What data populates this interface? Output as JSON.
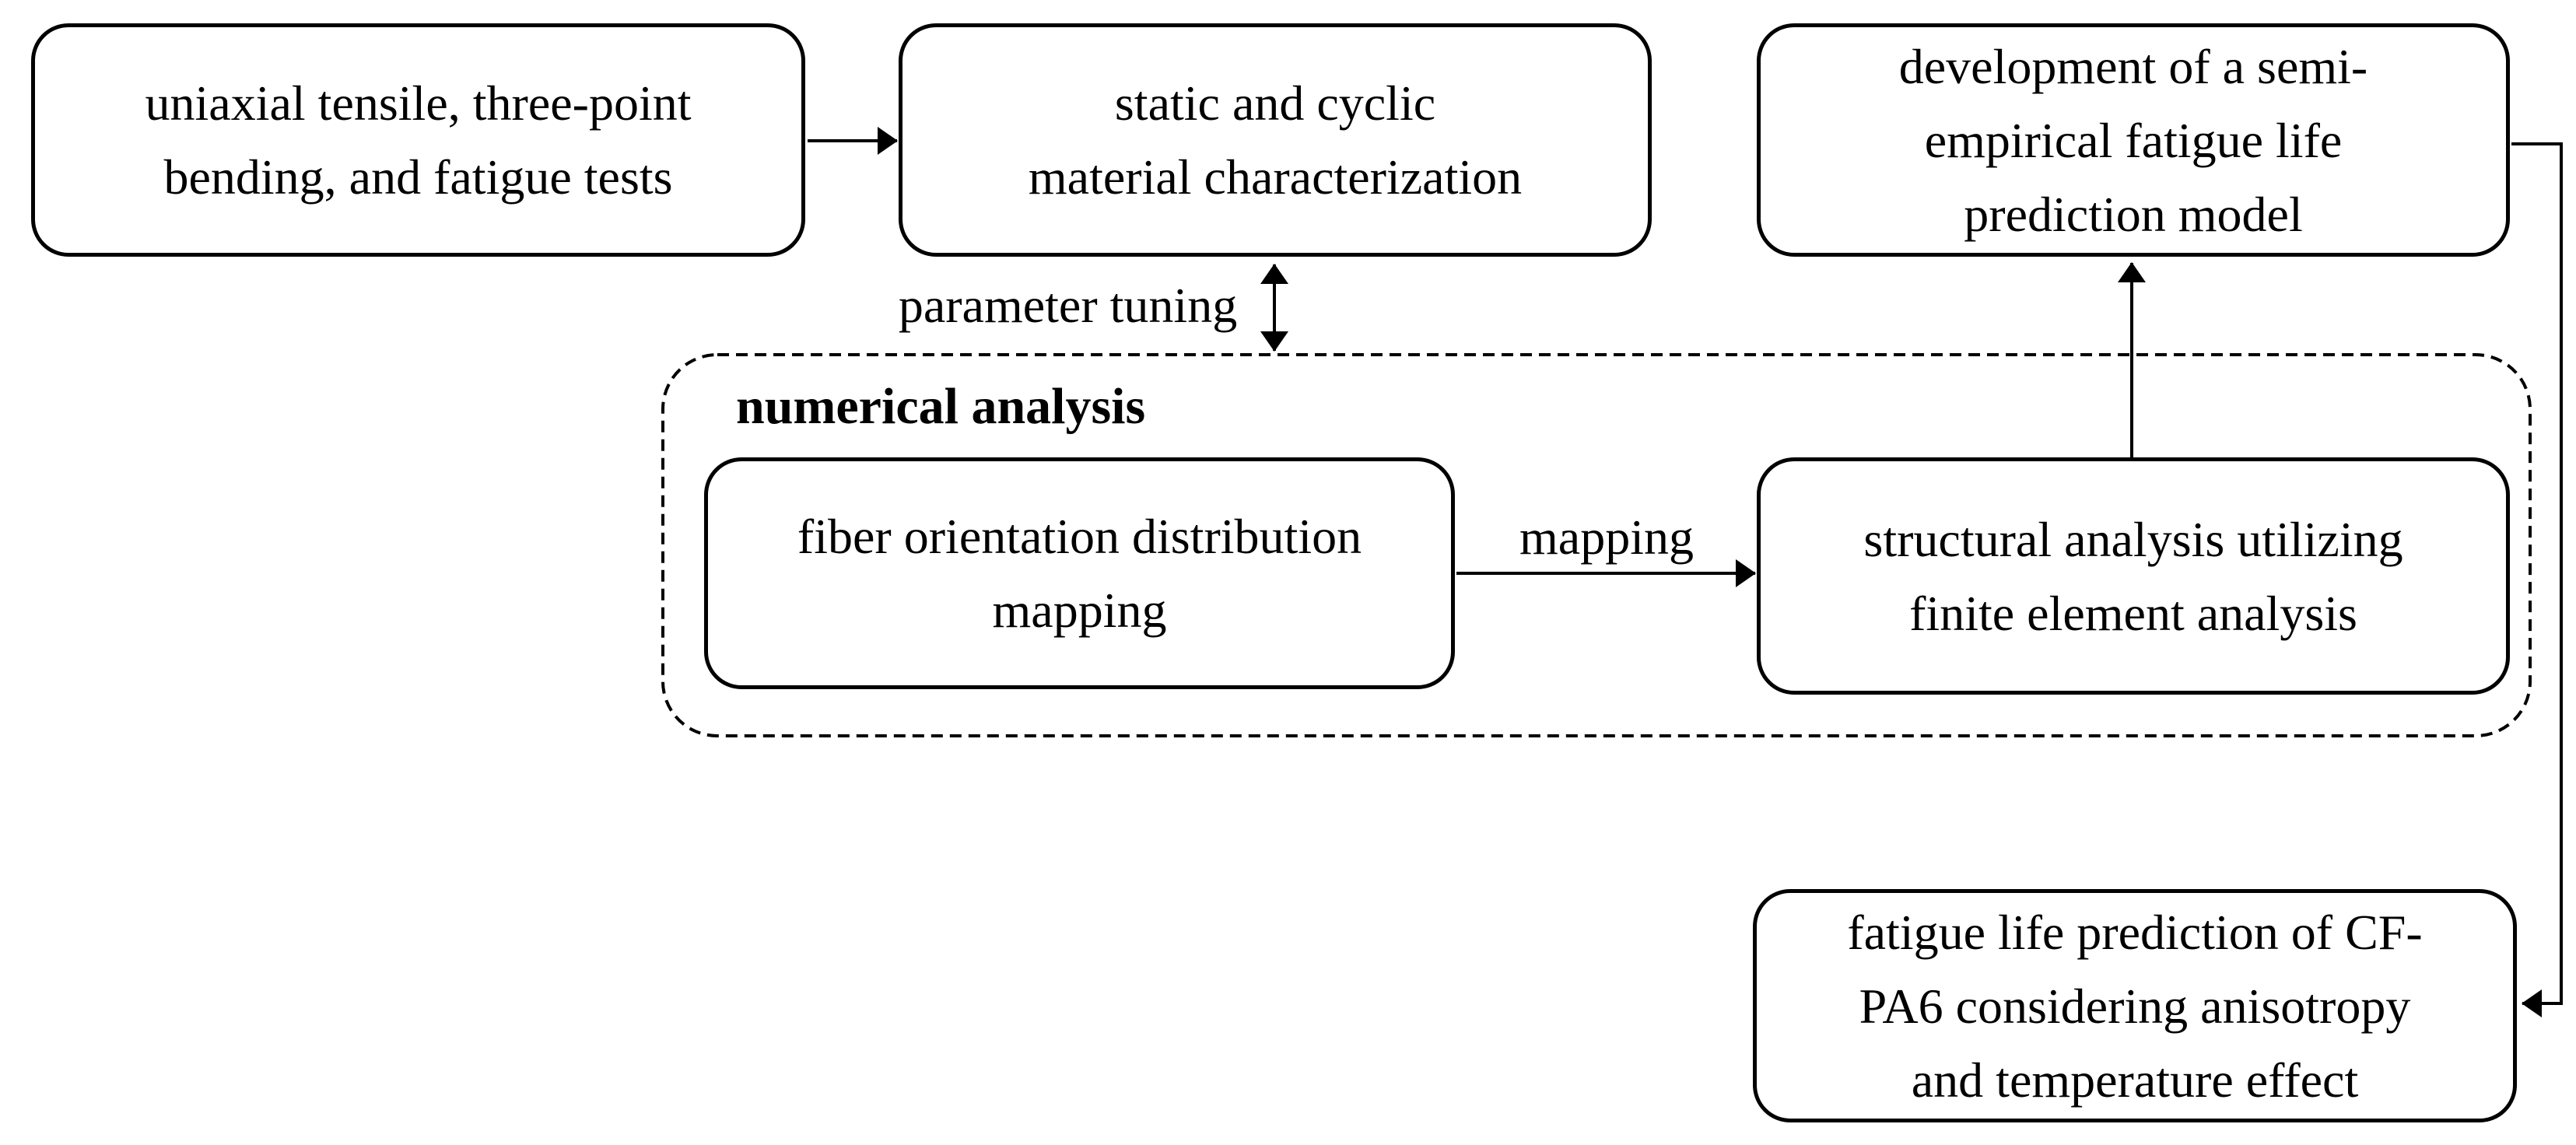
{
  "boxes": {
    "tests": {
      "text": "uniaxial tensile, three-point\nbending, and fatigue tests"
    },
    "characterization": {
      "text": "static and cyclic\nmaterial characterization"
    },
    "model": {
      "text": "development of a semi-\nempirical fatigue life\nprediction model"
    },
    "fiber_mapping": {
      "text": "fiber orientation distribution\nmapping"
    },
    "structural": {
      "text": "structural analysis utilizing\nfinite element analysis"
    },
    "prediction": {
      "text": "fatigue life prediction of CF-\nPA6 considering anisotropy\nand temperature effect"
    }
  },
  "labels": {
    "parameter_tuning": "parameter tuning",
    "numerical_analysis": "numerical analysis",
    "mapping": "mapping"
  },
  "colors": {
    "stroke": "#000000",
    "text": "#000000",
    "background": "#ffffff"
  }
}
